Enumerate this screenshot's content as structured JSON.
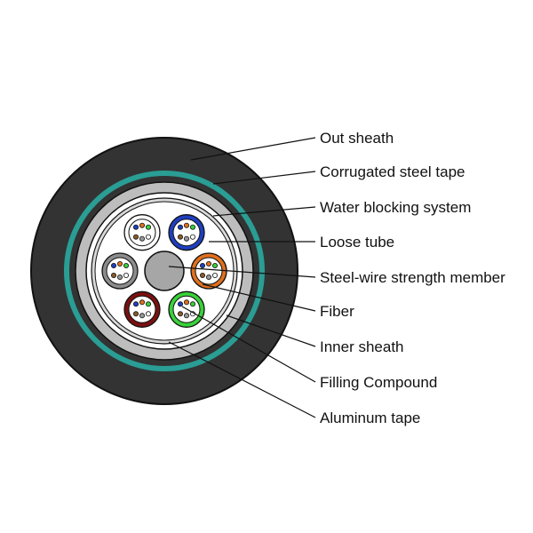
{
  "colors": {
    "out_sheath": "#333333",
    "corrugated_steel_tape": "#2a9d94",
    "inner_sheath": "#bdbdbd",
    "aluminum_tape": "#d9d9d9",
    "filling": "#ffffff",
    "strength_member": "#a6a6a6"
  },
  "labels": [
    {
      "id": "out-sheath",
      "text": "Out sheath"
    },
    {
      "id": "corrugated-steel-tape",
      "text": "Corrugated steel tape"
    },
    {
      "id": "water-blocking-system",
      "text": "Water blocking system"
    },
    {
      "id": "loose-tube",
      "text": "Loose tube"
    },
    {
      "id": "steel-wire-strength-member",
      "text": "Steel-wire strength member"
    },
    {
      "id": "fiber",
      "text": "Fiber"
    },
    {
      "id": "inner-sheath",
      "text": "Inner sheath"
    },
    {
      "id": "filling-compound",
      "text": "Filling Compound"
    },
    {
      "id": "aluminum-tape",
      "text": "Aluminum tape"
    }
  ],
  "loose_tubes": [
    {
      "name": "blue-tube",
      "color": "#1f3fbf"
    },
    {
      "name": "orange-tube",
      "color": "#e0701e"
    },
    {
      "name": "green-tube",
      "color": "#39d13a"
    },
    {
      "name": "maroon-tube",
      "color": "#7a1010"
    },
    {
      "name": "gray-tube",
      "color": "#8c8c8c"
    },
    {
      "name": "white-tube",
      "color": "#ffffff"
    }
  ],
  "fiber_colors": [
    "#1f3fbf",
    "#e0701e",
    "#39d13a",
    "#8a5a2b",
    "#9a9a9a",
    "#ffffff"
  ]
}
